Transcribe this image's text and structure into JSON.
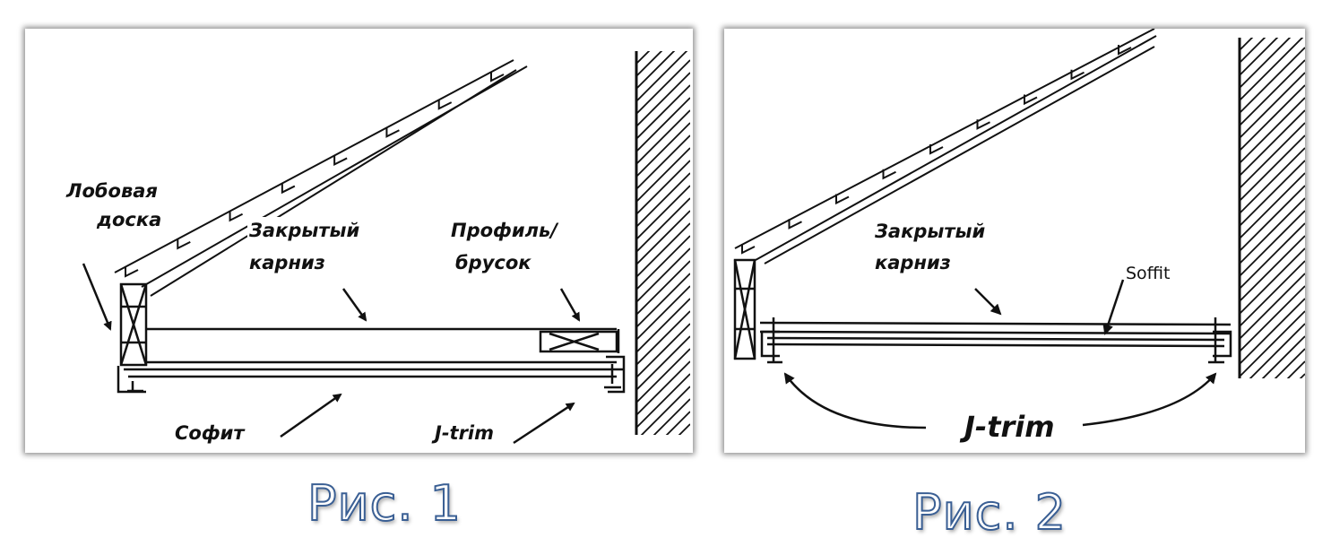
{
  "figure1": {
    "labels": {
      "fascia": "Лобовая\nдоска",
      "closed_eave": "Закрытый\nкарниз",
      "profile": "Профиль/\nбрусок",
      "soffit": "Софит",
      "jtrim": "J-trim"
    },
    "caption": "Рис. 1"
  },
  "figure2": {
    "labels": {
      "closed_eave": "Закрытый\nкарниз",
      "soffit": "Soffit",
      "jtrim": "J-trim"
    },
    "caption": "Рис. 2"
  }
}
